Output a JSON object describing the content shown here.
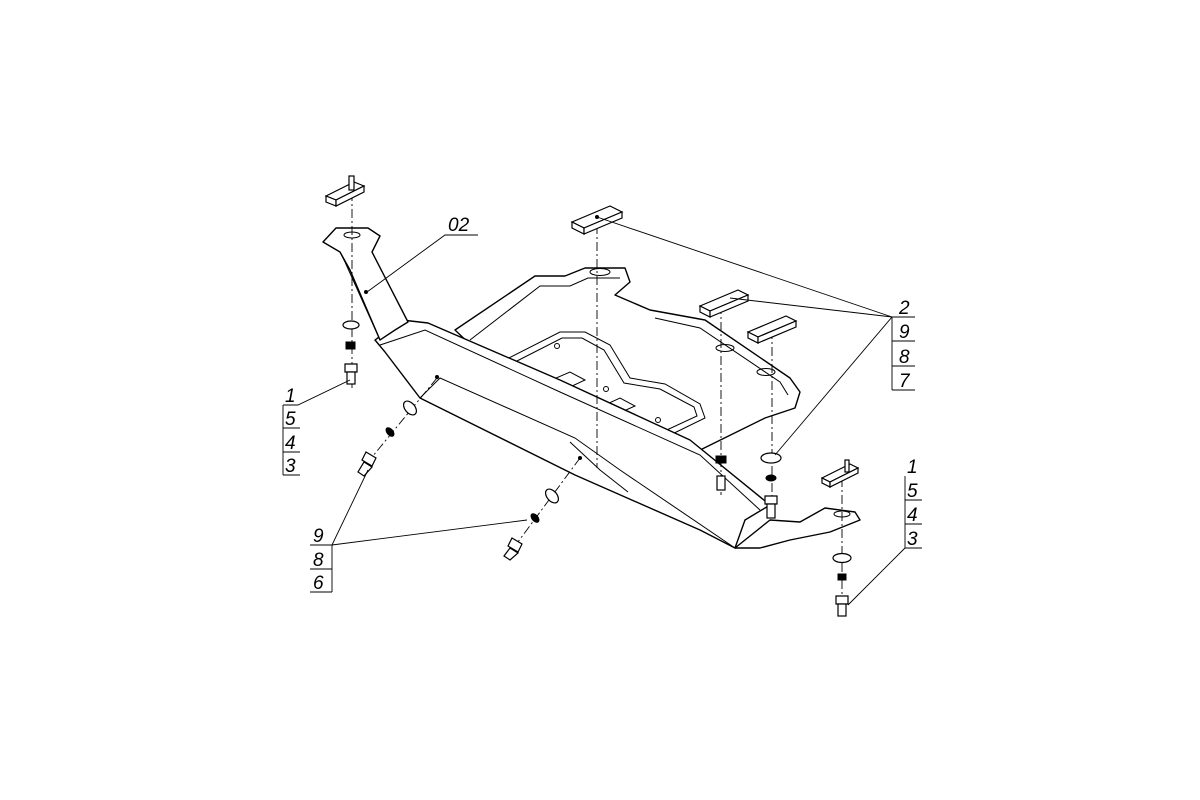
{
  "drawing": {
    "part_label": "02",
    "callouts": {
      "top_left_stack": [
        "1",
        "5",
        "4",
        "3"
      ],
      "bottom_left_stack": [
        "9",
        "8",
        "6"
      ],
      "top_right_stack": [
        "2",
        "9",
        "8",
        "7"
      ],
      "bottom_right_stack": [
        "1",
        "5",
        "4",
        "3"
      ]
    }
  }
}
